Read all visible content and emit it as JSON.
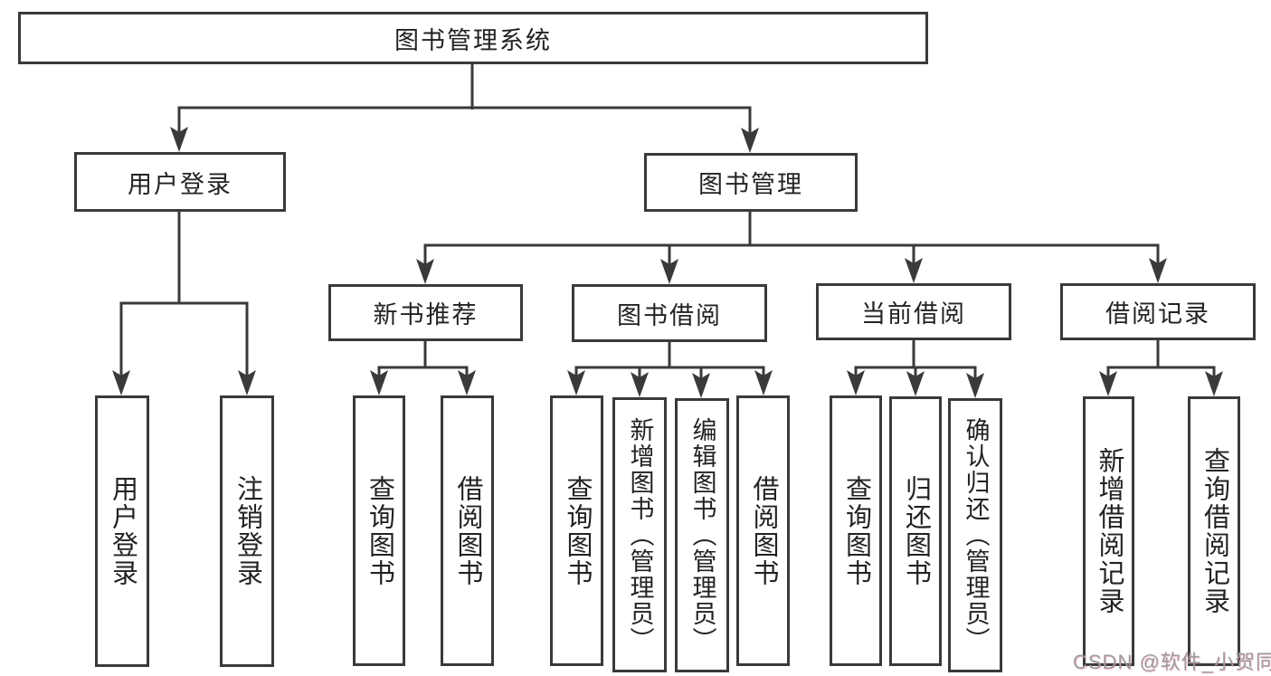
{
  "diagram": {
    "nodes": {
      "root": "图书管理系统",
      "user_login": "用户登录",
      "book_mgmt": "图书管理",
      "new_book_rec": "新书推荐",
      "book_borrow": "图书借阅",
      "current_borrow": "当前借阅",
      "borrow_records": "借阅记录",
      "leaf_user_login": "用户登录",
      "leaf_logout": "注销登录",
      "leaf_query_books_1": "查询图书",
      "leaf_borrow_books_1": "借阅图书",
      "leaf_query_books_2": "查询图书",
      "leaf_add_book_admin": "新增图书（管理员）",
      "leaf_edit_book_admin": "编辑图书（管理员）",
      "leaf_borrow_books_2": "借阅图书",
      "leaf_query_books_3": "查询图书",
      "leaf_return_book": "归还图书",
      "leaf_confirm_return_admin": "确认归还（管理员）",
      "leaf_add_borrow_record": "新增借阅记录",
      "leaf_query_borrow_record": "查询借阅记录"
    },
    "colors": {
      "line": "#3a3a3c",
      "text": "#222222",
      "background": "#ffffff",
      "watermark": "#9b9b9f"
    }
  },
  "watermark": {
    "text": "CSDN @软件_小贺同学"
  }
}
